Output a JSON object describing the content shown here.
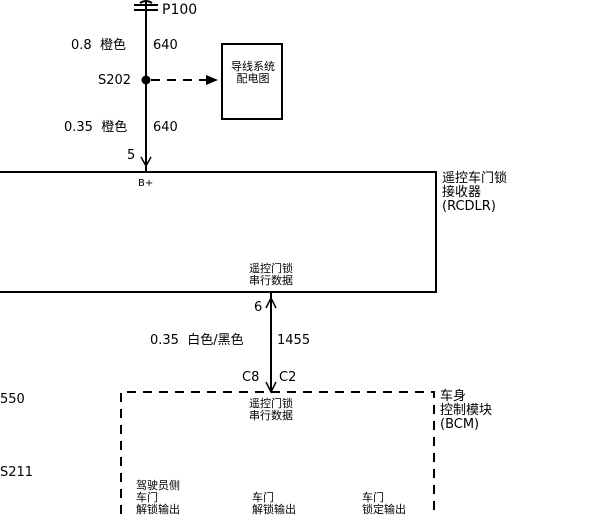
{
  "top_connector": "P100",
  "wire_upper": {
    "gauge": "0.8",
    "color": "橙色",
    "circuit": "640"
  },
  "splice": "S202",
  "ref_box": "导线系统\n配电图",
  "wire_lower": {
    "gauge": "0.35",
    "color": "橙色",
    "circuit": "640"
  },
  "pin_top": "5",
  "b_plus": "B+",
  "rcdlr": {
    "title": "遥控车门锁\n接收器\n(RCDLR)",
    "data_label": "遥控门锁\n串行数据",
    "pin": "6"
  },
  "wire_data": {
    "label": "0.35  白色/黑色",
    "circuit": "1455"
  },
  "conn_left": "C8",
  "conn_right": "C2",
  "bcm": {
    "title": "车身\n控制模块\n(BCM)",
    "data_label": "遥控门锁\n串行数据",
    "outputs": [
      "驾驶员侧\n车门\n解锁输出",
      "车门\n解锁输出",
      "车门\n锁定输出"
    ]
  },
  "left_labels": [
    "550",
    "S211"
  ],
  "colors": {
    "line": "#000000",
    "background": "#ffffff"
  }
}
